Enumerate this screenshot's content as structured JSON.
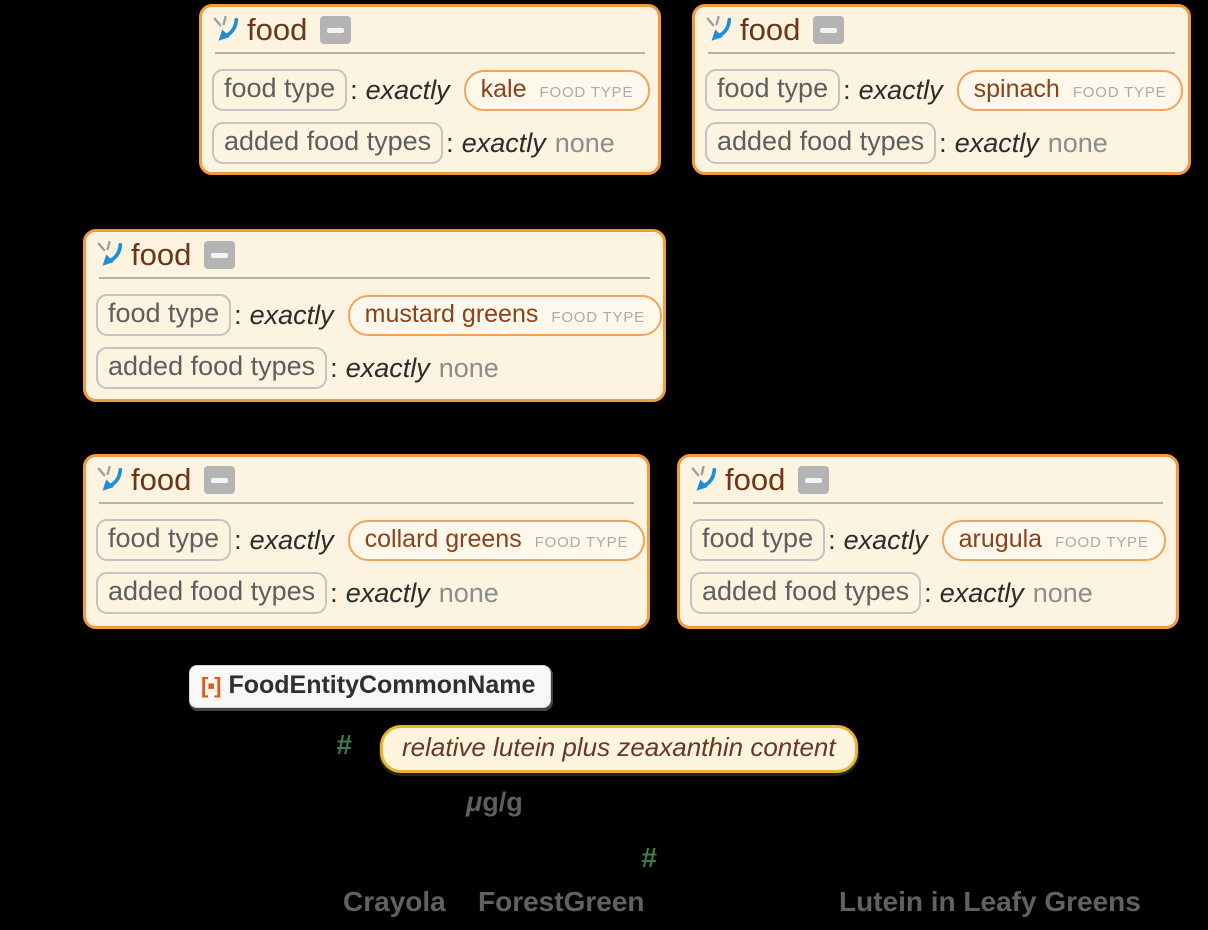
{
  "colors": {
    "background": "#000000",
    "card_border": "#f39a3d",
    "card_background": "#fcf3e1",
    "card_title_brown": "#6e3415",
    "entity_name_brown": "#8a4218",
    "entity_tag_gray": "#ababab",
    "slot_green": "#3e7c4e",
    "property_pill_border": "#eab42e",
    "property_pill_background": "#fdf5dd",
    "property_text_brown": "#6b3722",
    "resource_icon_orange": "#e0591c",
    "code_string_gray": "#616161",
    "entity_arrow_blue": "#1f8ed6"
  },
  "cards": [
    {
      "header": "food",
      "food_type_label": "food type",
      "colon": ":",
      "exactly": "exactly",
      "entity_name": "kale",
      "entity_tag": "FOOD TYPE",
      "added_label": "added food types",
      "none": "none"
    },
    {
      "header": "food",
      "food_type_label": "food type",
      "colon": ":",
      "exactly": "exactly",
      "entity_name": "spinach",
      "entity_tag": "FOOD TYPE",
      "added_label": "added food types",
      "none": "none"
    },
    {
      "header": "food",
      "food_type_label": "food type",
      "colon": ":",
      "exactly": "exactly",
      "entity_name": "mustard greens",
      "entity_tag": "FOOD TYPE",
      "added_label": "added food types",
      "none": "none"
    },
    {
      "header": "food",
      "food_type_label": "food type",
      "colon": ":",
      "exactly": "exactly",
      "entity_name": "collard greens",
      "entity_tag": "FOOD TYPE",
      "added_label": "added food types",
      "none": "none"
    },
    {
      "header": "food",
      "food_type_label": "food type",
      "colon": ":",
      "exactly": "exactly",
      "entity_name": "arugula",
      "entity_tag": "FOOD TYPE",
      "added_label": "added food types",
      "none": "none"
    }
  ],
  "code": {
    "resource_icon": "[▪]",
    "function_name": "FoodEntityCommonName",
    "slot_a": "#",
    "property_label": "relative lutein plus zeaxanthin content",
    "unit_mu": "μ",
    "unit_rest": "g/g",
    "slot_b": "#",
    "color_scheme_string": "Crayola",
    "color_name_string": "ForestGreen",
    "plot_label_string": "Lutein in Leafy Greens"
  }
}
